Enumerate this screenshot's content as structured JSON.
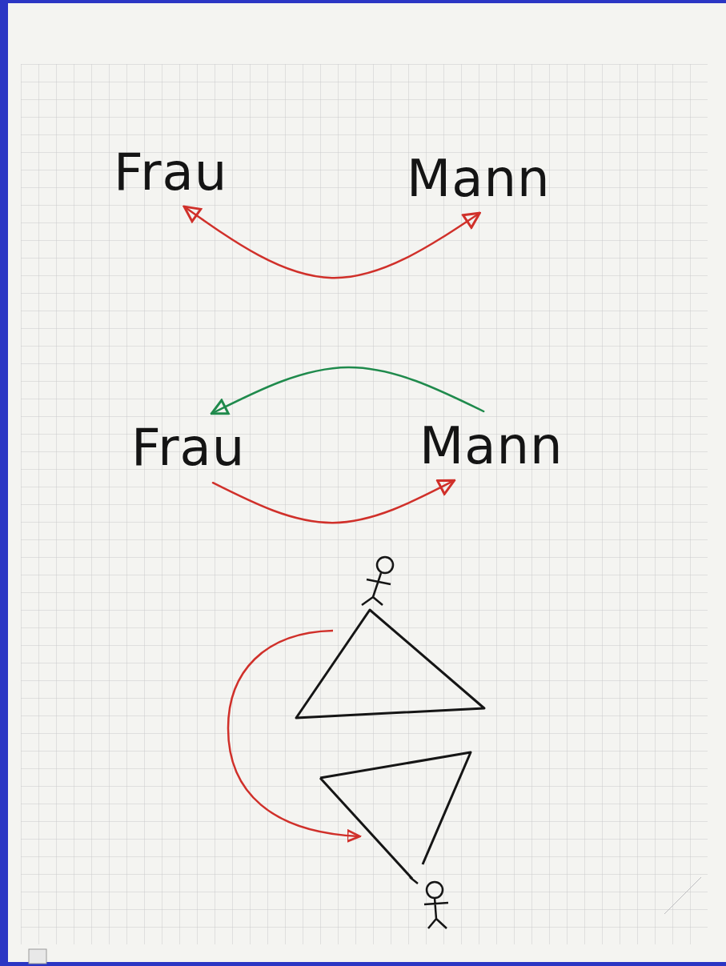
{
  "diagram": {
    "nodes": [
      {
        "text": [
          "Frau"
        ]
      },
      {
        "text": [
          "Mann"
        ]
      },
      {
        "text": [
          "Frau"
        ]
      },
      {
        "text": [
          "Mann"
        ]
      }
    ],
    "edges": [
      {
        "from": 0,
        "to": 1,
        "arrow": "both"
      },
      {
        "from": 3,
        "to": 2,
        "arrow": "to"
      },
      {
        "from": 2,
        "to": 3,
        "arrow": "to"
      }
    ]
  }
}
